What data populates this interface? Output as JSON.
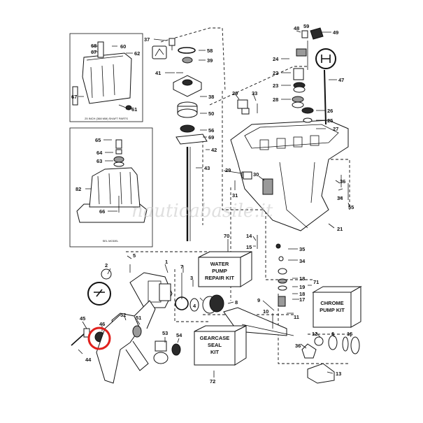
{
  "watermark": "nauticabasile.it",
  "inset_top_caption": "25 INCH (368 MM) SHAFT PARTS",
  "inset_bottom_caption": "SEL MODEL",
  "kits": {
    "water_pump": [
      "WATER",
      "PUMP",
      "REPAIR KIT"
    ],
    "chrome_pump": [
      "CHROME",
      "PUMP KIT"
    ],
    "gearcase_seal": [
      "GEARCASE",
      "SEAL",
      "KIT"
    ]
  },
  "labels": {
    "n68": "68",
    "n67a": "67",
    "n60": "60",
    "n62": "62",
    "n67b": "67",
    "n61": "61",
    "n65": "65",
    "n64": "64",
    "n63": "63",
    "n82": "82",
    "n66": "66",
    "n37": "37",
    "n58": "58",
    "n39": "39",
    "n41": "41",
    "n38": "38",
    "n50": "50",
    "n56": "56",
    "n69": "69",
    "n42": "42",
    "n43": "43",
    "n70": "70",
    "n48": "48",
    "n59": "59",
    "n49": "49",
    "n24": "24",
    "n22": "22",
    "n23": "23",
    "n47": "47",
    "n28": "28",
    "n26": "26",
    "n25": "25",
    "n27": "27",
    "n29a": "29",
    "n33": "33",
    "n29b": "29",
    "n30": "30",
    "n31": "31",
    "n36a": "36",
    "n34a": "34",
    "n55": "55",
    "n21": "21",
    "n14": "14",
    "n15": "15",
    "n35": "35",
    "n34b": "34",
    "n71": "71",
    "n2": "2",
    "n5": "5",
    "n1": "1",
    "n7": "7",
    "n3": "3",
    "n4": "4",
    "n8": "8",
    "n9": "9",
    "n18a": "18",
    "n19": "19",
    "n18b": "18",
    "n17": "17",
    "n10": "10",
    "n11": "11",
    "n12": "12",
    "n6": "6",
    "n16": "16",
    "n36b": "36",
    "n13": "13",
    "n45": "45",
    "n46": "46",
    "n52": "52",
    "n51": "51",
    "n53": "53",
    "n54": "54",
    "n44": "44",
    "n72": "72"
  },
  "highlight_color": "#e0201c"
}
